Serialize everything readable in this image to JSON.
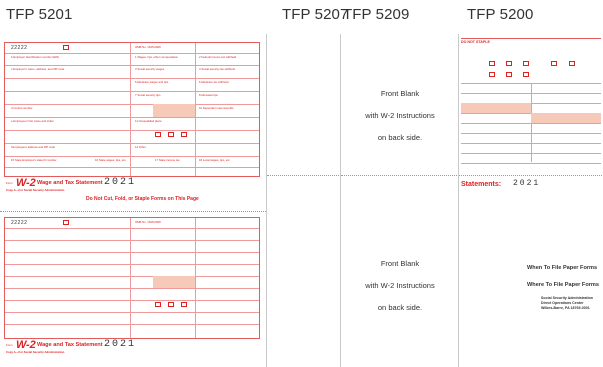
{
  "headers": {
    "tfp_5201": "TFP 5201",
    "tfp_5207": "TFP 5207",
    "tfp_5209": "TFP 5209",
    "tfp_5200": "TFP 5200"
  },
  "w2": {
    "box_a": "22222",
    "omb": "OMB No. 1545-0008",
    "title": "W-2",
    "subtitle": "Wage and Tax Statement",
    "year": "2021",
    "copy_a": "Copy A—For Social Security Administration.",
    "dont_cut": "Do Not Cut, Fold, or Staple Forms on This Page"
  },
  "front_blank": {
    "line1": "Front Blank",
    "line2": "with W-2 Instructions",
    "line3": "on back side."
  },
  "tfp5200": {
    "do_not_staple": "DO NOT STAPLE",
    "statements_title": "Statements:",
    "year": "2021",
    "when_file_title": "When To File Paper Forms",
    "where_file_title": "Where To File Paper Forms",
    "ssa": "Social Security Administration",
    "ops": "Direct Operations Center",
    "addr": "Wilkes-Barre, PA 18769-0001"
  },
  "colors": {
    "form_red": "#d22222",
    "form_line": "#ef9a9a",
    "pink_fill": "#f7c9b8"
  }
}
